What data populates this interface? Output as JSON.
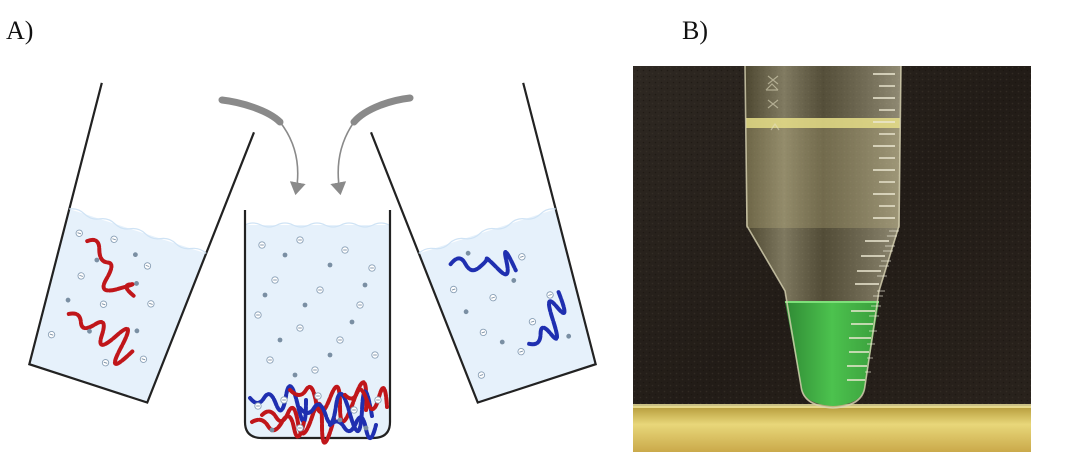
{
  "panels": {
    "a_label": "A)",
    "b_label": "B)"
  },
  "colors": {
    "solution": "#e6f1fb",
    "cationic_polymer": "#c0161a",
    "anionic_polymer": "#1f2fb0",
    "counterion": "#7a8fa3",
    "beaker_outline": "#222222",
    "arrow": "#8a8a8a",
    "photo_background": "#26201b",
    "coacervate": "#3fb24a",
    "supernatant": "#e9e08a"
  },
  "icons": {
    "ion_symbol": "circled-minus",
    "pour_arrows": "curved-arrows"
  }
}
